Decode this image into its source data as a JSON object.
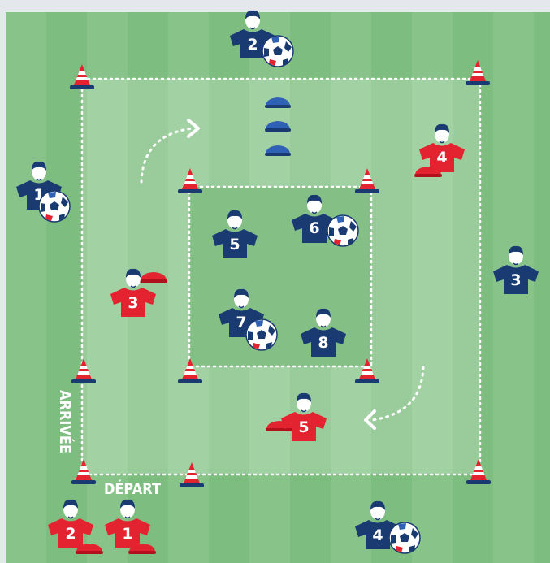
{
  "labels": {
    "depart": "DÉPART",
    "arrivee": "ARRIVÉE"
  },
  "colors": {
    "navy": "#1a3a72",
    "red": "#e3232f",
    "cone_blue": "#2f62b5",
    "grass_dark": "#7dbd7f",
    "grass_light": "#88c48a"
  },
  "players": [
    {
      "team": "navy",
      "number": "2",
      "ball": true
    },
    {
      "team": "navy",
      "number": "1",
      "ball": true
    },
    {
      "team": "red",
      "number": "4",
      "ball": false
    },
    {
      "team": "navy",
      "number": "5",
      "ball": false
    },
    {
      "team": "navy",
      "number": "6",
      "ball": true
    },
    {
      "team": "red",
      "number": "3",
      "ball": false
    },
    {
      "team": "navy",
      "number": "3",
      "ball": false
    },
    {
      "team": "navy",
      "number": "7",
      "ball": true
    },
    {
      "team": "navy",
      "number": "8",
      "ball": false
    },
    {
      "team": "red",
      "number": "5",
      "ball": false
    },
    {
      "team": "red",
      "number": "2",
      "ball": false
    },
    {
      "team": "red",
      "number": "1",
      "ball": false
    },
    {
      "team": "navy",
      "number": "4",
      "ball": true
    }
  ],
  "icons": [
    "player-icon",
    "ball-icon",
    "cone-icon",
    "marker-disc-icon",
    "run-arrow-icon"
  ]
}
